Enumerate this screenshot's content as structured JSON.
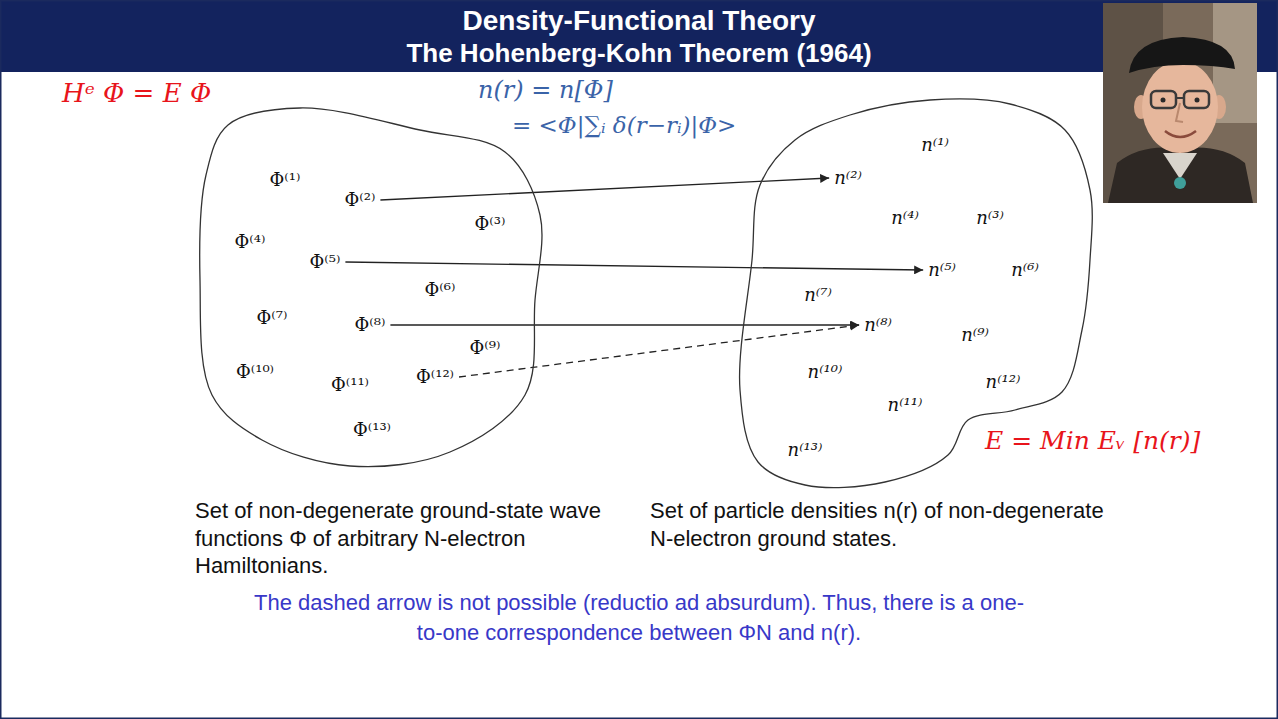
{
  "diagram": {
    "title": "Density-Functional Theory",
    "caption": "The dashed arrow is not possible (reductio ad absurdum). Thus, there is a one-to-one correspondence between ΦN and n(r).",
    "nodes": [
      {
        "text": [
          "Set of non-degenerate ground-state wave functions Φ of arbitrary N-electron Hamiltonians."
        ]
      },
      {
        "text": [
          "Φ⁽¹⁾"
        ],
        "in": 0
      },
      {
        "text": [
          "Φ⁽²⁾"
        ],
        "in": 0
      },
      {
        "text": [
          "Φ⁽³⁾"
        ],
        "in": 0
      },
      {
        "text": [
          "Φ⁽⁴⁾"
        ],
        "in": 0
      },
      {
        "text": [
          "Φ⁽⁵⁾"
        ],
        "in": 0
      },
      {
        "text": [
          "Φ⁽⁶⁾"
        ],
        "in": 0
      },
      {
        "text": [
          "Φ⁽⁷⁾"
        ],
        "in": 0
      },
      {
        "text": [
          "Φ⁽⁸⁾"
        ],
        "in": 0
      },
      {
        "text": [
          "Φ⁽⁹⁾"
        ],
        "in": 0
      },
      {
        "text": [
          "Φ⁽¹⁰⁾"
        ],
        "in": 0
      },
      {
        "text": [
          "Φ⁽¹¹⁾"
        ],
        "in": 0
      },
      {
        "text": [
          "Φ⁽¹²⁾"
        ],
        "in": 0
      },
      {
        "text": [
          "Φ⁽¹³⁾"
        ],
        "in": 0
      },
      {
        "text": [
          "Set of particle densities n(r) of non-degenerate N-electron ground states."
        ]
      },
      {
        "text": [
          "n⁽¹⁾"
        ],
        "in": 14
      },
      {
        "text": [
          "n⁽²⁾"
        ],
        "in": 14
      },
      {
        "text": [
          "n⁽³⁾"
        ],
        "in": 14
      },
      {
        "text": [
          "n⁽⁴⁾"
        ],
        "in": 14
      },
      {
        "text": [
          "n⁽⁵⁾"
        ],
        "in": 14
      },
      {
        "text": [
          "n⁽⁶⁾"
        ],
        "in": 14
      },
      {
        "text": [
          "n⁽⁷⁾"
        ],
        "in": 14
      },
      {
        "text": [
          "n⁽⁸⁾"
        ],
        "in": 14
      },
      {
        "text": [
          "n⁽⁹⁾"
        ],
        "in": 14
      },
      {
        "text": [
          "n⁽¹⁰⁾"
        ],
        "in": 14
      },
      {
        "text": [
          "n⁽¹¹⁾"
        ],
        "in": 14
      },
      {
        "text": [
          "n⁽¹²⁾"
        ],
        "in": 14
      },
      {
        "text": [
          "n⁽¹³⁾"
        ],
        "in": 14
      }
    ],
    "edges": [
      {
        "from": 2,
        "to": 16,
        "arrow": "to"
      },
      {
        "from": 5,
        "to": 19,
        "arrow": "to"
      },
      {
        "from": 8,
        "to": 22,
        "arrow": "to"
      },
      {
        "from": 12,
        "to": 22,
        "arrow": "to"
      }
    ],
    "labels": [
      "The Hohenberg-Kohn Theorem (1964)",
      "Hᵉ Φ = E Φ",
      "n(r) = n[Φ]",
      "= <Φ|∑ᵢ δ(r−rᵢ)|Φ>",
      "E = Min Eᵥ [n(r)]"
    ]
  }
}
